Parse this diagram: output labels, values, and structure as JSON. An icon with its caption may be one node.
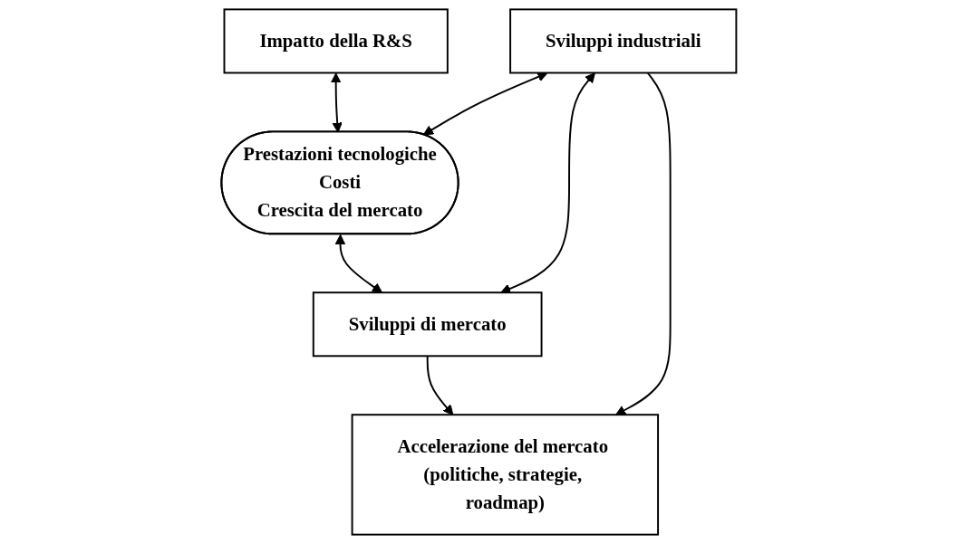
{
  "diagram": {
    "nodes": [
      {
        "text": [
          "Impatto della R&S"
        ]
      },
      {
        "text": [
          "Prestazioni tecnologiche",
          "Costi",
          "Crescita del mercato"
        ]
      },
      {
        "text": [
          "Sviluppi industriali"
        ]
      },
      {
        "text": [
          "Sviluppi di mercato"
        ]
      },
      {
        "text": [
          "Accelerazione del mercato (politiche, strategie, roadmap)"
        ]
      }
    ],
    "edges": [
      {
        "from": 0,
        "to": 1,
        "arrow": "both"
      },
      {
        "from": 2,
        "to": 1,
        "arrow": "both"
      },
      {
        "from": 1,
        "to": 3,
        "arrow": "both"
      },
      {
        "from": 2,
        "to": 3,
        "arrow": "both"
      },
      {
        "from": 2,
        "to": 4,
        "arrow": "to"
      },
      {
        "from": 3,
        "to": 4,
        "arrow": "to"
      }
    ]
  }
}
